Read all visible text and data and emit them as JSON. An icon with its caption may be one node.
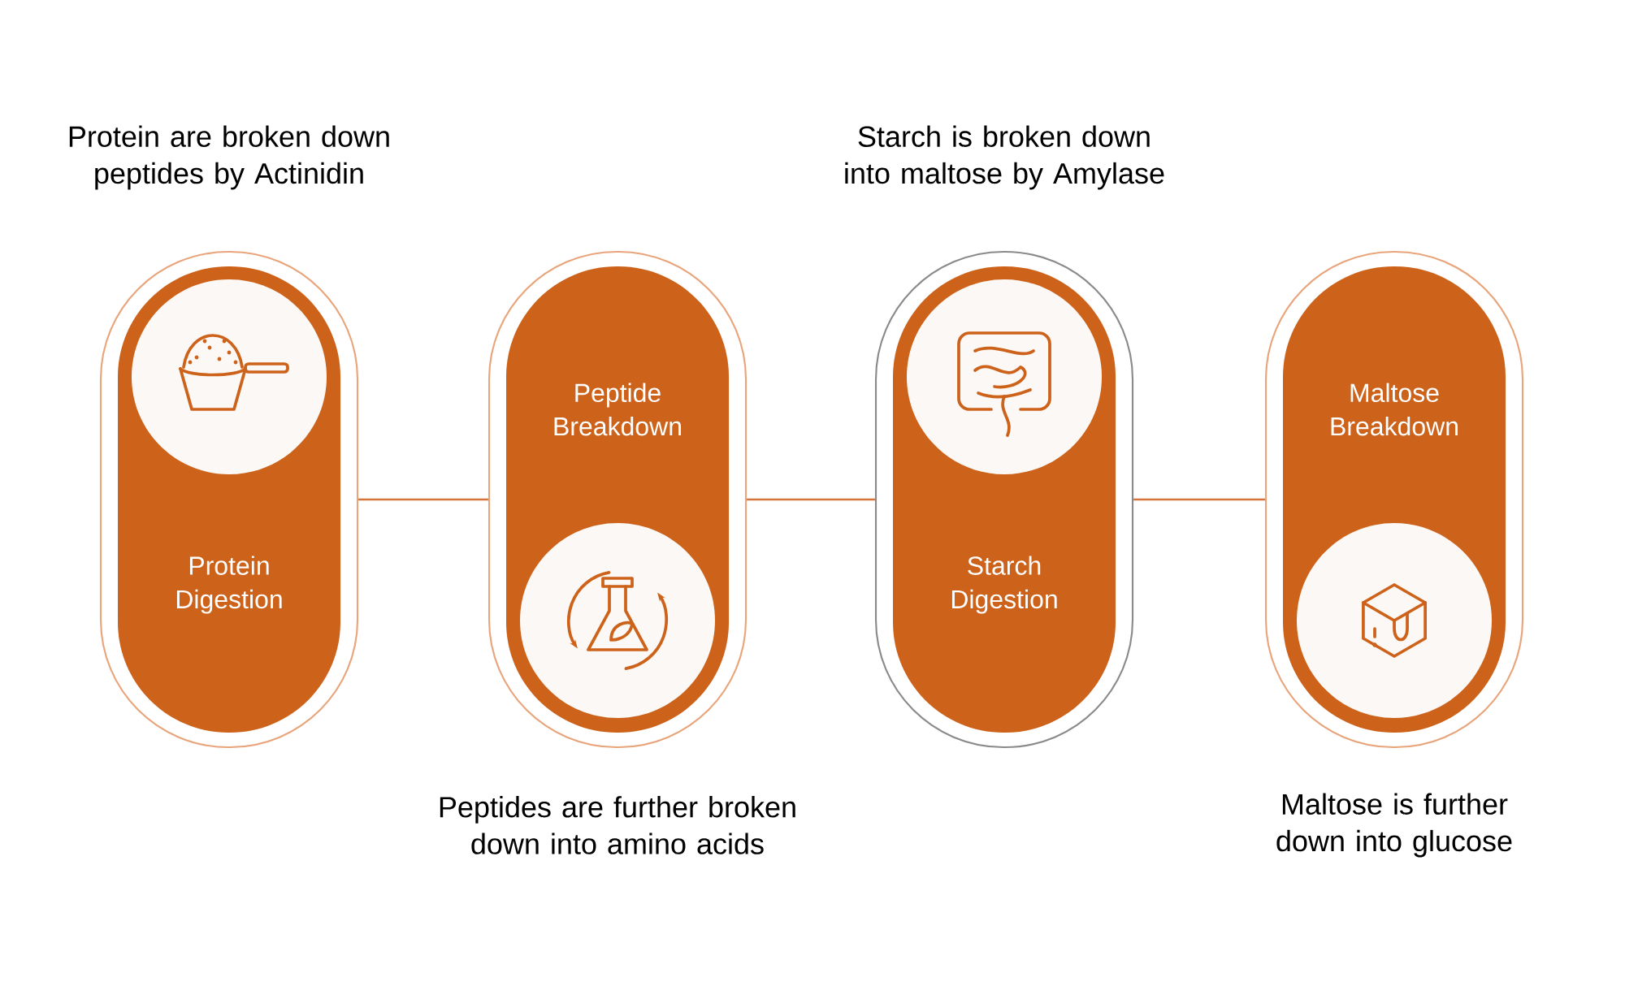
{
  "diagram": {
    "nodes": [
      {
        "text": [
          "Protein Digestion"
        ],
        "beside": [
          "Protein are broken down peptides by Actinidin"
        ]
      },
      {
        "text": [
          "Peptide Breakdown"
        ],
        "beside": [
          "Peptides are further broken down into amino acids"
        ]
      },
      {
        "text": [
          "Starch Digestion"
        ],
        "beside": [
          "Starch is broken down into maltose by Amylase"
        ]
      },
      {
        "text": [
          "Maltose Breakdown"
        ],
        "beside": [
          "Maltose is further down into glucose"
        ]
      }
    ],
    "edges": [
      {
        "from": 0,
        "to": 1,
        "arrow": "none"
      },
      {
        "from": 1,
        "to": 2,
        "arrow": "none"
      },
      {
        "from": 2,
        "to": 3,
        "arrow": "none"
      }
    ]
  }
}
